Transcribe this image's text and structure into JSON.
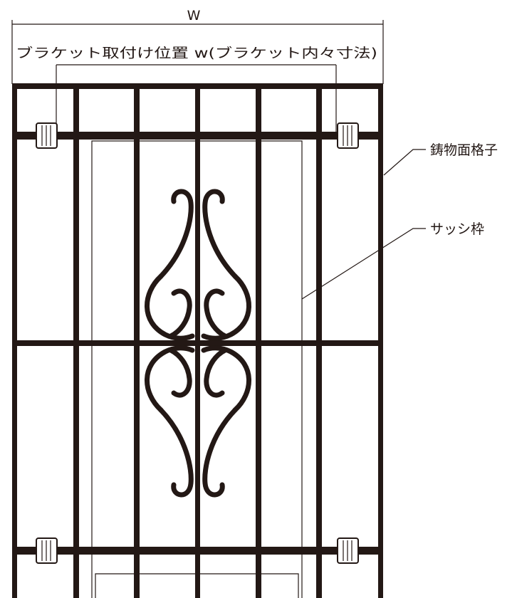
{
  "dimensions": {
    "outer_width_label": "W",
    "bracket_position_label": "ブラケット取付け位置 w(ブラケット内々寸法)"
  },
  "callouts": {
    "grille_label": "鋳物面格子",
    "sash_frame_label": "サッシ枠"
  },
  "colors": {
    "grille": "#231815",
    "line": "#231815",
    "background": "#ffffff"
  }
}
